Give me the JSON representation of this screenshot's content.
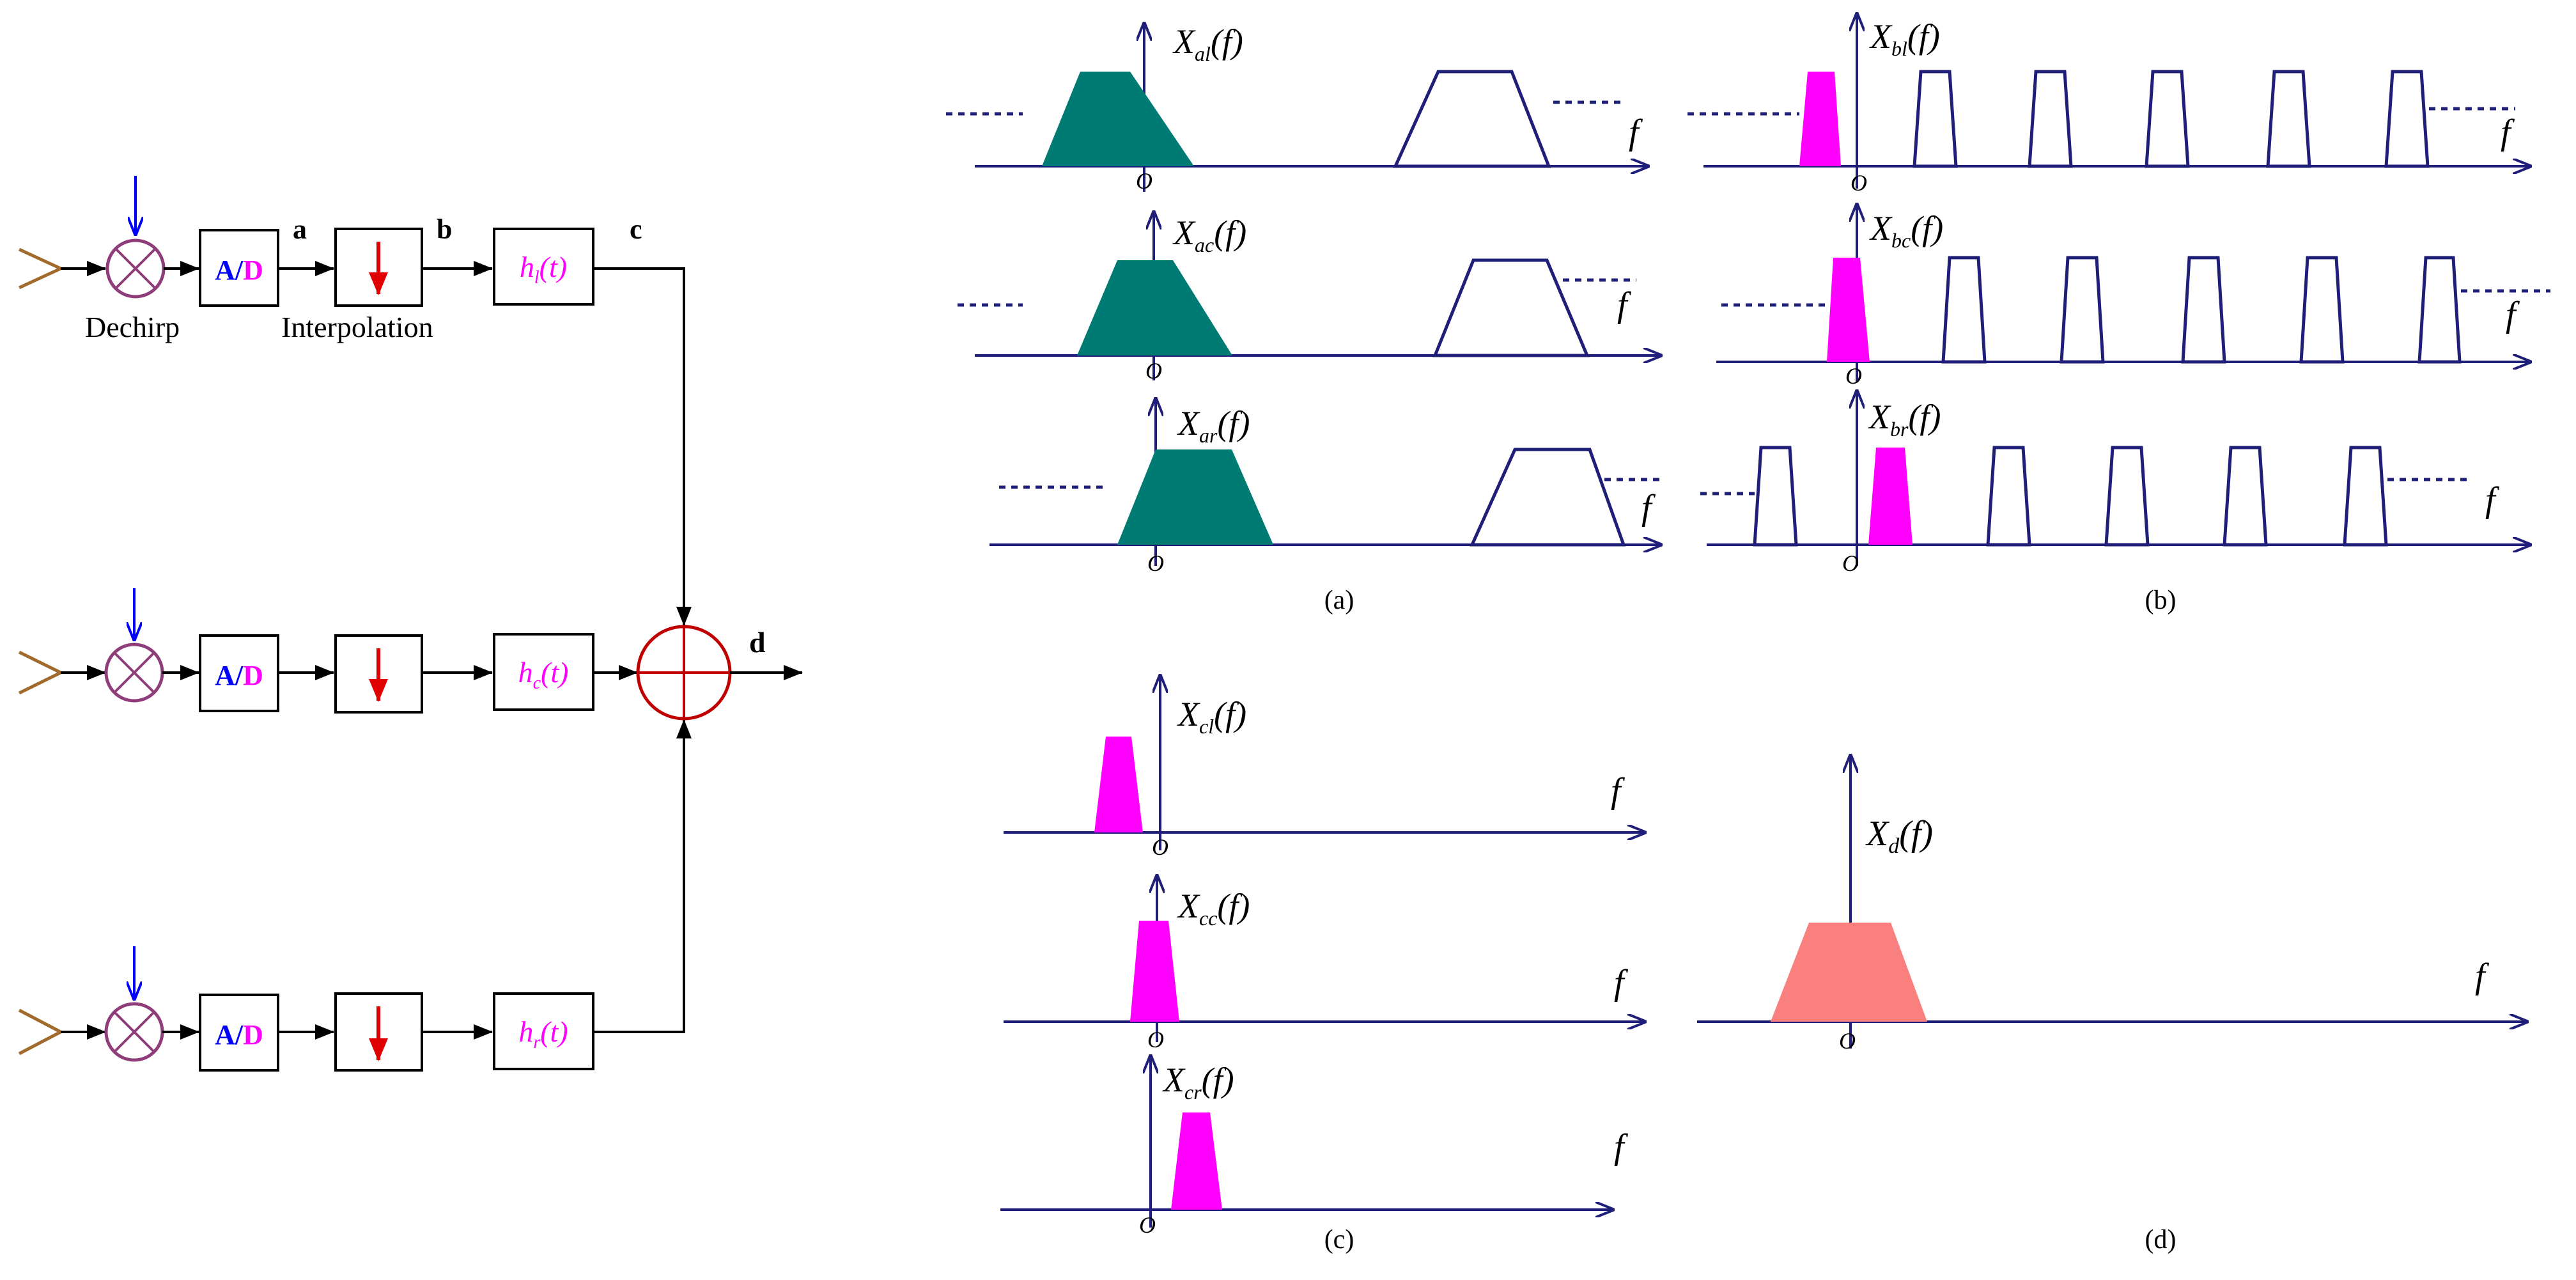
{
  "block_diagram": {
    "dechirp_label": "Dechirp",
    "interpolation_label": "Interpolation",
    "ad_label_a": "A",
    "ad_label_slash": "/",
    "ad_label_d": "D",
    "node_a": "a",
    "node_b": "b",
    "node_c": "c",
    "node_d": "d",
    "filter_l": {
      "h": "h",
      "sub": "l",
      "arg": "(t)"
    },
    "filter_c": {
      "h": "h",
      "sub": "c",
      "arg": "(t)"
    },
    "filter_r": {
      "h": "h",
      "sub": "r",
      "arg": "(t)"
    }
  },
  "spectra": {
    "freq_var": "f",
    "origin": "O",
    "panel_a": {
      "caption": "(a)",
      "rows": [
        {
          "X": "X",
          "sub": "al",
          "arg": "(f)"
        },
        {
          "X": "X",
          "sub": "ac",
          "arg": "(f)"
        },
        {
          "X": "X",
          "sub": "ar",
          "arg": "(f)"
        }
      ]
    },
    "panel_b": {
      "caption": "(b)",
      "rows": [
        {
          "X": "X",
          "sub": "bl",
          "arg": "(f)"
        },
        {
          "X": "X",
          "sub": "bc",
          "arg": "(f)"
        },
        {
          "X": "X",
          "sub": "br",
          "arg": "(f)"
        }
      ]
    },
    "panel_c": {
      "caption": "(c)",
      "rows": [
        {
          "X": "X",
          "sub": "cl",
          "arg": "(f)"
        },
        {
          "X": "X",
          "sub": "cc",
          "arg": "(f)"
        },
        {
          "X": "X",
          "sub": "cr",
          "arg": "(f)"
        }
      ]
    },
    "panel_d": {
      "caption": "(d)",
      "X": "X",
      "sub": "d",
      "arg": "(f)"
    }
  },
  "colors": {
    "teal": "#007B74",
    "magenta": "#FF00FF",
    "salmon": "#FA8080",
    "navy": "#1F1F7A",
    "red": "#E00000",
    "blue": "#0000FF",
    "antenna": "#A06B2C",
    "mixer": "#8E3C7A"
  }
}
